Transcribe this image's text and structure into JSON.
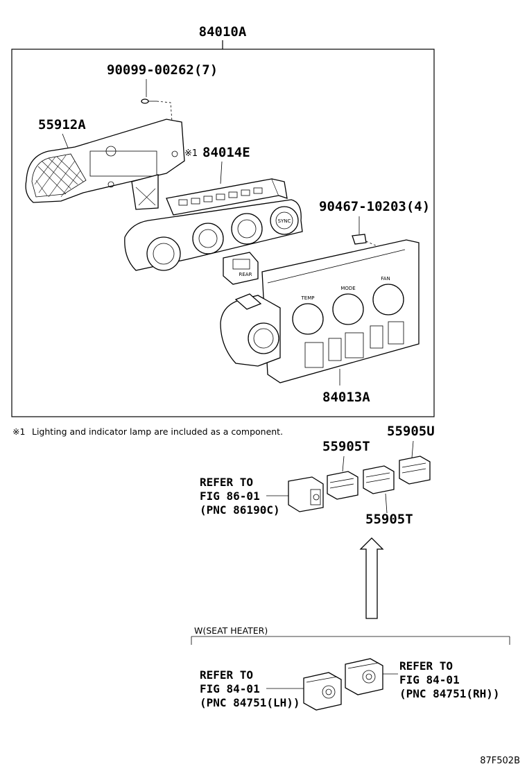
{
  "main_assembly": {
    "part_number": "84010A"
  },
  "callouts": {
    "screw": "90099-00262(7)",
    "bezel": "55912A",
    "display_mark": "※1",
    "display": "84014E",
    "clip": "90467-10203(4)",
    "control_unit": "84013A",
    "switch_u": "55905U",
    "switch_t_upper": "55905T",
    "switch_t_lower": "55905T"
  },
  "footnote": {
    "mark": "※1",
    "text": "Lighting and indicator lamp are included as a component."
  },
  "refer_center": {
    "line1": "REFER TO",
    "line2": "FIG 86-01",
    "line3": "(PNC 86190C)"
  },
  "seat_heater": {
    "title": "W(SEAT HEATER)",
    "refer_lh": {
      "line1": "REFER TO",
      "line2": "FIG 84-01",
      "line3": "(PNC 84751(LH))"
    },
    "refer_rh": {
      "line1": "REFER TO",
      "line2": "FIG 84-01",
      "line3": "(PNC 84751(RH))"
    }
  },
  "knob_labels": {
    "temp": "TEMP",
    "mode": "MODE",
    "fan": "FAN",
    "sync": "SYNC",
    "rear": "REAR"
  },
  "figure_code": "87F502B"
}
